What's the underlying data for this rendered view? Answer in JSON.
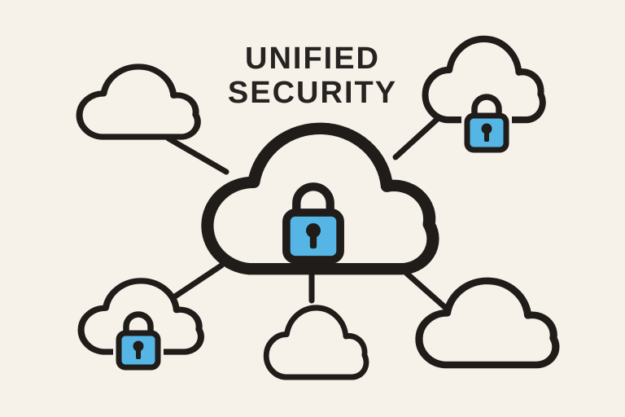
{
  "title": {
    "line1": "UNIFIED",
    "line2": "SECURITY"
  },
  "colors": {
    "background": "#f7f2e9",
    "line": "#1f1c19",
    "text": "#262321",
    "lock_fill": "#55b6e6",
    "lock_detail": "#1f1c19"
  },
  "diagram": {
    "type": "hub-and-spoke",
    "hub": {
      "id": "central-cloud",
      "shape": "cloud",
      "locked": true
    },
    "nodes": [
      {
        "id": "top-left-cloud",
        "shape": "cloud",
        "locked": false
      },
      {
        "id": "top-right-cloud",
        "shape": "cloud",
        "locked": true
      },
      {
        "id": "bottom-left-cloud",
        "shape": "cloud",
        "locked": true
      },
      {
        "id": "bottom-center-cloud",
        "shape": "cloud",
        "locked": false
      },
      {
        "id": "bottom-right-cloud",
        "shape": "cloud",
        "locked": false
      }
    ],
    "connections": [
      {
        "from": "central-cloud",
        "to": "top-left-cloud"
      },
      {
        "from": "central-cloud",
        "to": "top-right-cloud"
      },
      {
        "from": "central-cloud",
        "to": "bottom-left-cloud"
      },
      {
        "from": "central-cloud",
        "to": "bottom-center-cloud"
      },
      {
        "from": "central-cloud",
        "to": "bottom-right-cloud"
      }
    ]
  }
}
